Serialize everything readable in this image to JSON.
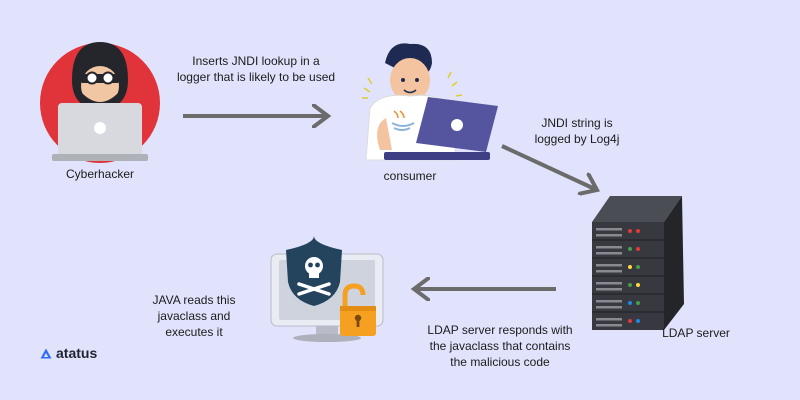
{
  "nodes": {
    "hacker": "Cyberhacker",
    "consumer": "consumer",
    "server": "LDAP server"
  },
  "edges": {
    "hacker_to_consumer": "Inserts JNDI lookup in a logger that is likely to be used",
    "consumer_to_server": "JNDI string is logged by Log4j",
    "server_to_java": "LDAP server responds with  the javaclass that contains the malicious code"
  },
  "java_text": "JAVA reads this javaclass and executes  it",
  "brand": {
    "name": "atatus"
  },
  "colors": {
    "background": "#e0e3fb",
    "arrow": "#6b6b6b",
    "hacker_circle": "#e0333a",
    "laptop_purple": "#4a4a9c",
    "shield": "#24445e",
    "lock": "#f5a020",
    "brand_blue": "#2f6bff"
  }
}
